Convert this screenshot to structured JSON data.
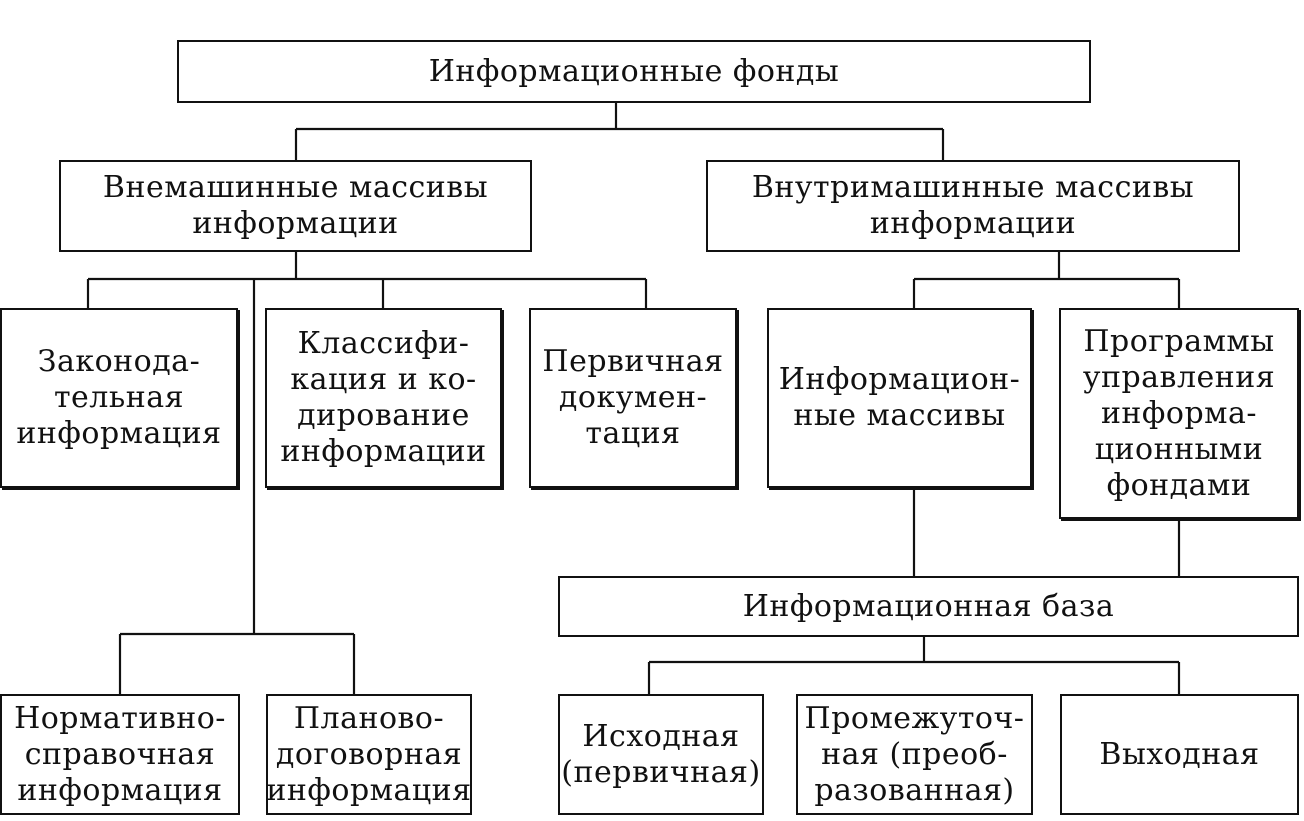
{
  "diagram": {
    "root": "Информационные фонды",
    "offline": {
      "label": "Внемашинные массивы\nинформации",
      "children": {
        "legislative": "Законода-\nтельная\nинформация",
        "classification": "Классифи-\nкация и ко-\nдирование\nинформации",
        "primary_docs": "Первичная\nдокумен-\nтация",
        "normative": "Нормативно-\nсправочная\nинформация",
        "planning": "Планово-\nдоговорная\nинформация"
      }
    },
    "online": {
      "label": "Внутримашинные массивы\nинформации",
      "children": {
        "arrays": "Информацион-\nные массивы",
        "programs": "Программы\nуправления\nинформа-\nционными\nфондами"
      }
    },
    "base": {
      "label": "Информационная база",
      "children": {
        "input": "Исходная\n(первичная)",
        "intermediate": "Промежуточ-\nная (преоб-\nразованная)",
        "output": "Выходная"
      }
    }
  }
}
